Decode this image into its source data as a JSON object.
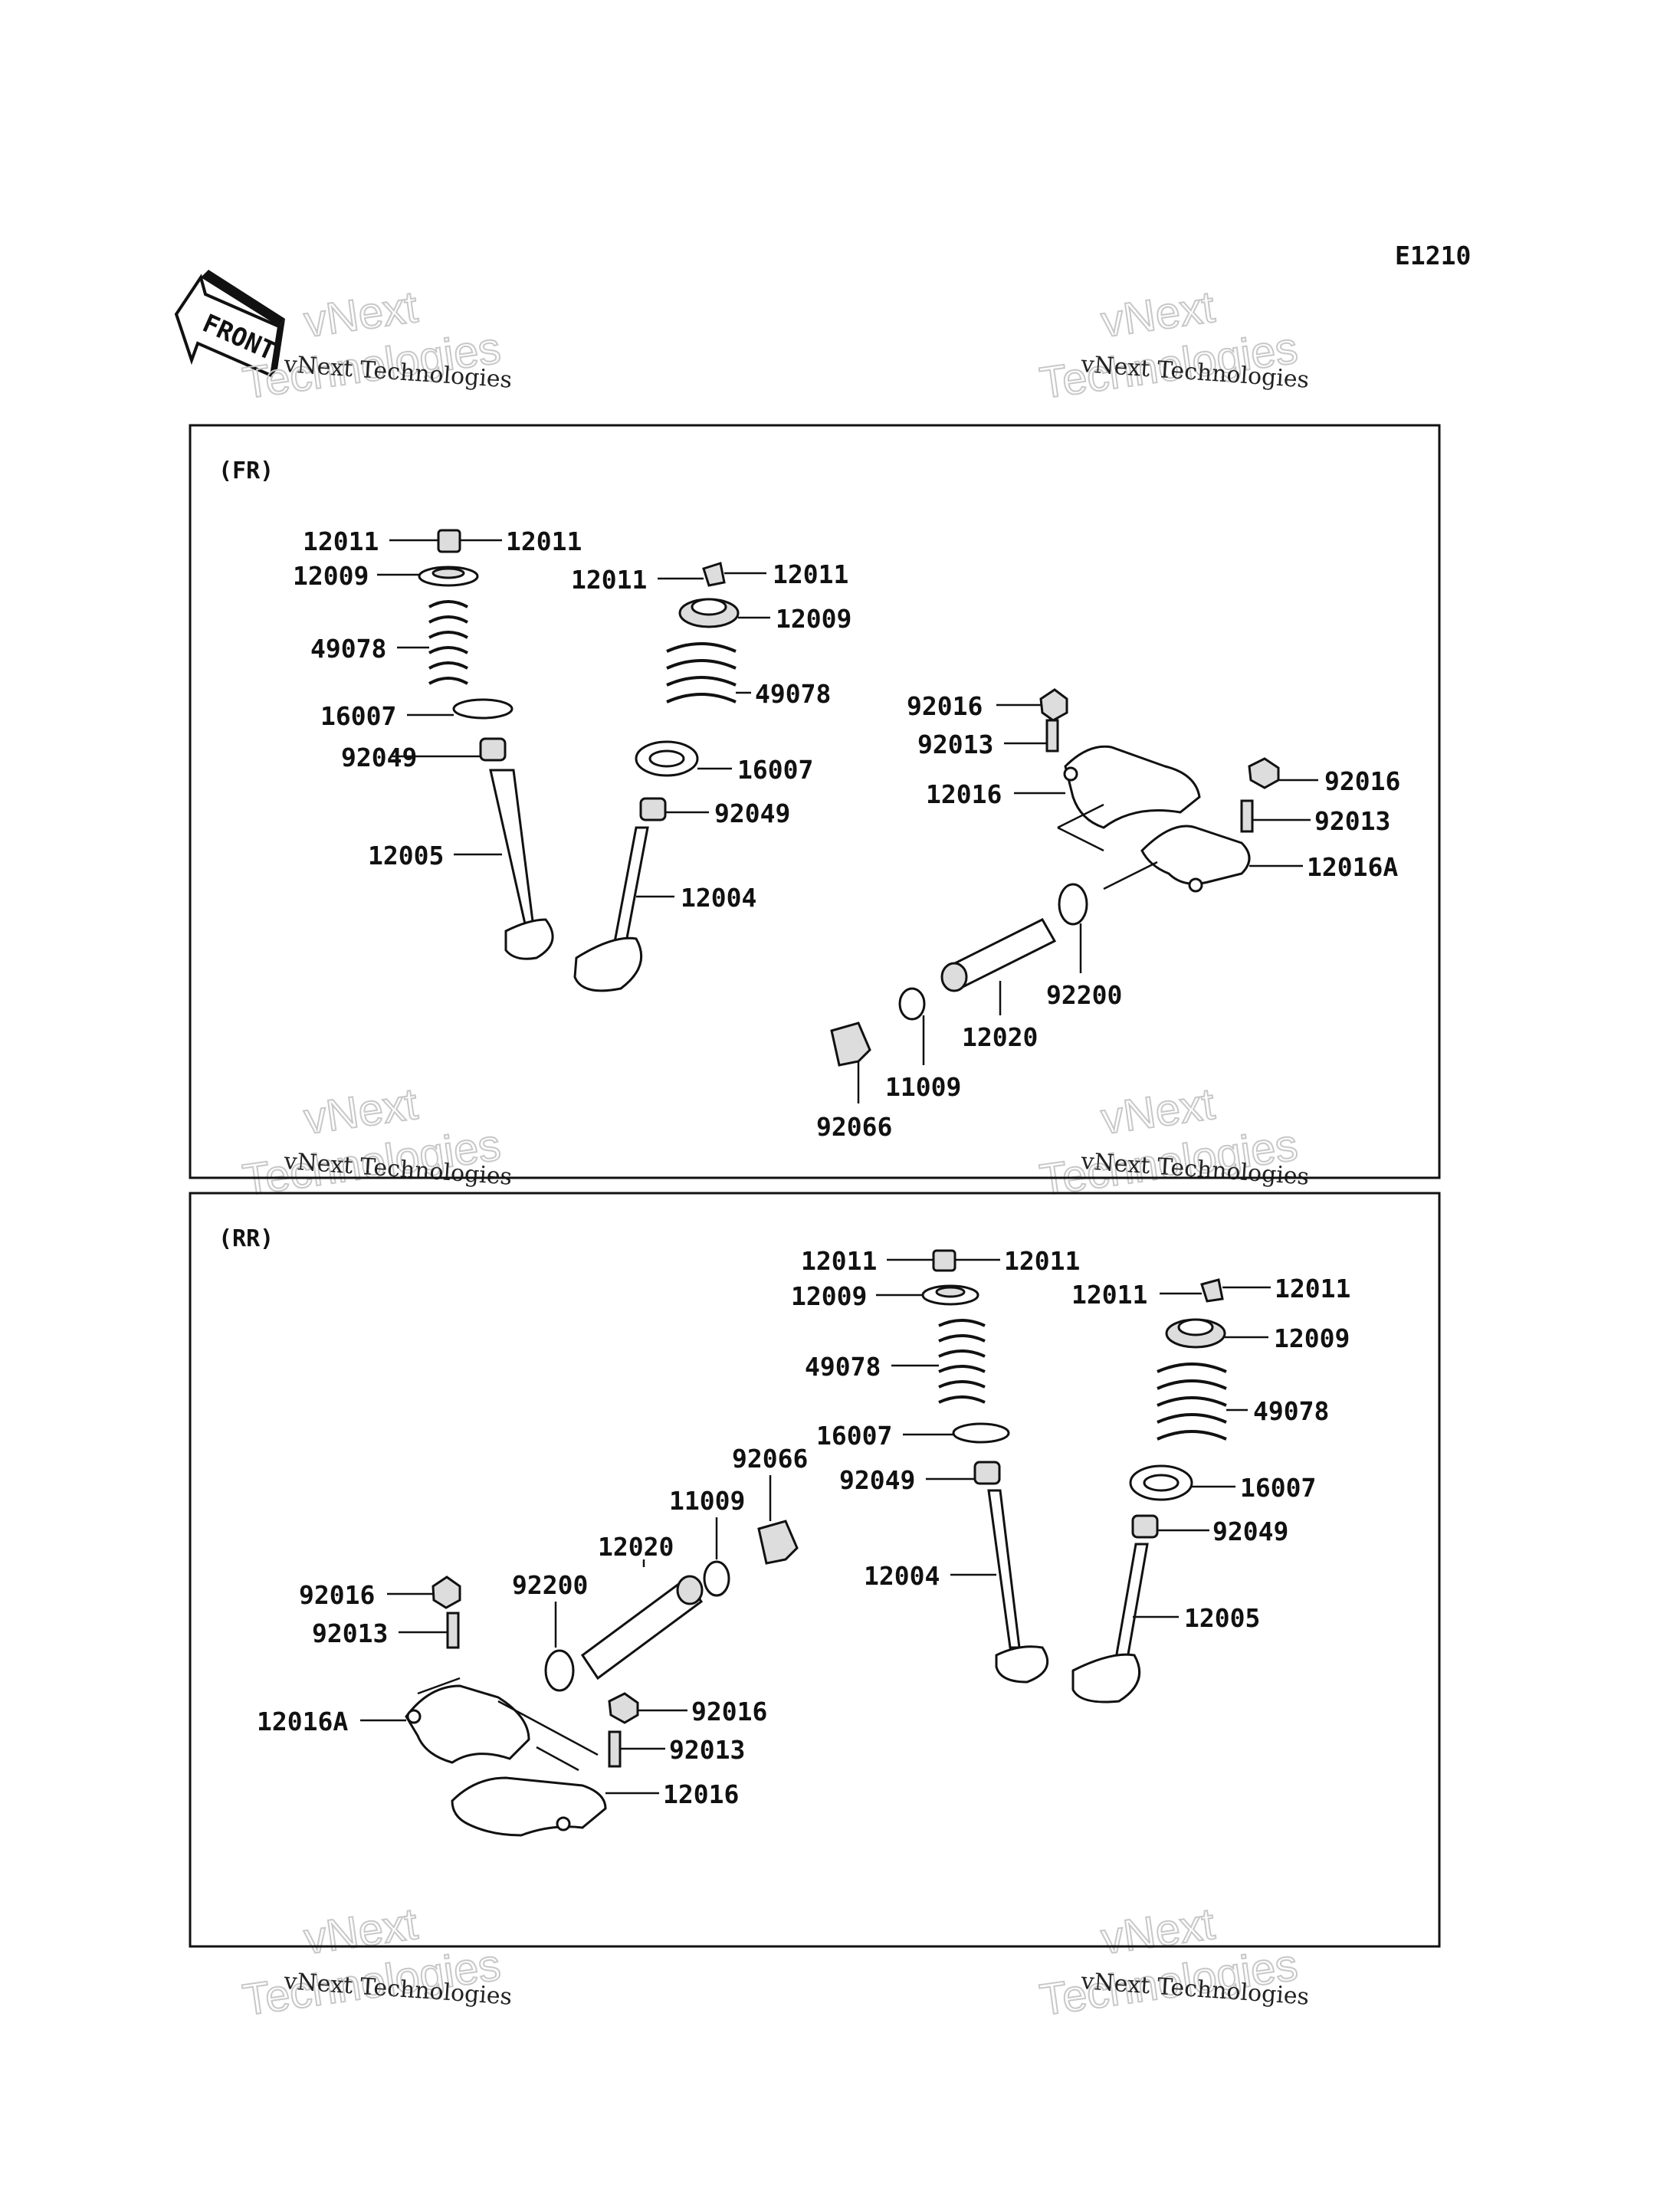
{
  "diagram_code": "E1210",
  "front_label": "FRONT",
  "watermark": {
    "line1": "vNext Technologies",
    "big1": "vNext",
    "big2": "Technologies"
  },
  "sections": {
    "fr": {
      "title": "(FR)"
    },
    "rr": {
      "title": "(RR)"
    }
  },
  "labels": {
    "fr": {
      "l01": "12011",
      "l02": "12011",
      "l03": "12009",
      "l04": "49078",
      "l05": "16007",
      "l06": "92049",
      "l07": "12005",
      "l08": "12011",
      "l09": "12011",
      "l10": "12009",
      "l11": "49078",
      "l12": "16007",
      "l13": "92049",
      "l14": "12004",
      "l15": "92016",
      "l16": "92013",
      "l17": "12016",
      "l18": "92016",
      "l19": "92013",
      "l20": "12016A",
      "l21": "92200",
      "l22": "12020",
      "l23": "11009",
      "l24": "92066"
    },
    "rr": {
      "l01": "12011",
      "l02": "12011",
      "l03": "12009",
      "l04": "49078",
      "l05": "16007",
      "l06": "92049",
      "l07": "12004",
      "l08": "12011",
      "l09": "12011",
      "l10": "12009",
      "l11": "49078",
      "l12": "16007",
      "l13": "92049",
      "l14": "12005",
      "l15": "92066",
      "l16": "11009",
      "l17": "12020",
      "l18": "92200",
      "l19": "92016",
      "l20": "92013",
      "l21": "12016A",
      "l22": "92016",
      "l23": "92013",
      "l24": "12016"
    }
  }
}
